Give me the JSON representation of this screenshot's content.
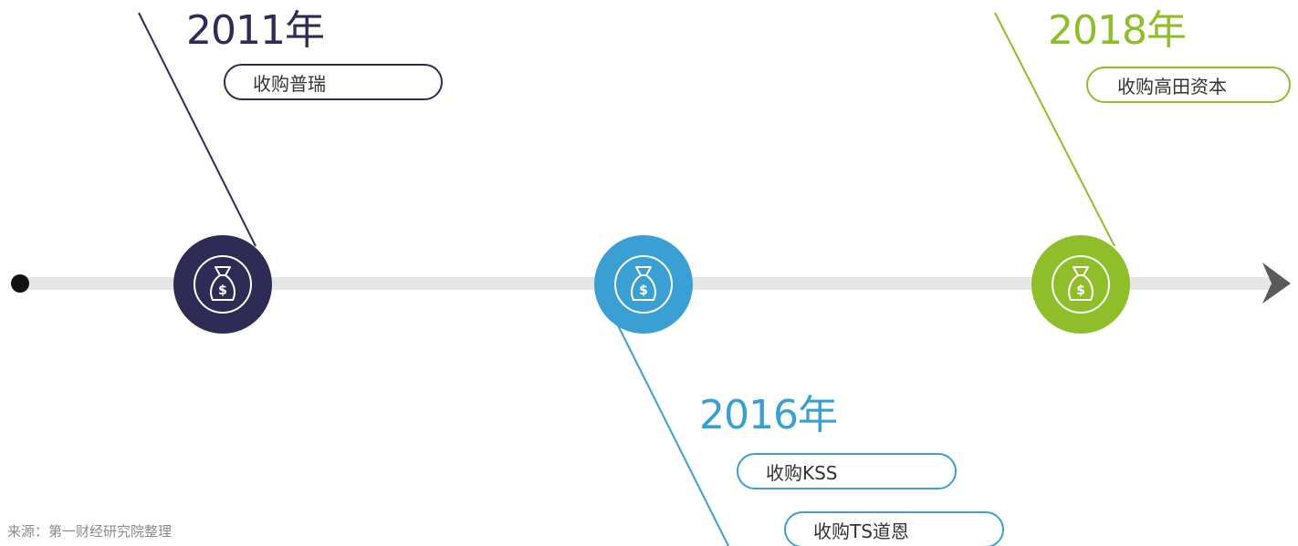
{
  "events": [
    {
      "year": "2011年",
      "acquisitions": [
        "收购普瑞"
      ],
      "color": "#2e2c55",
      "icon": "money-bag-icon"
    },
    {
      "year": "2016年",
      "acquisitions": [
        "收购KSS",
        "收购TS道恩"
      ],
      "color": "#3a9fd3",
      "icon": "money-bag-icon"
    },
    {
      "year": "2018年",
      "acquisitions": [
        "收购高田资本"
      ],
      "color": "#8fbe2a",
      "icon": "money-bag-icon"
    }
  ],
  "timeline": {
    "axis_color": "#e6e6e6",
    "start_dot_color": "#111111",
    "arrow_color": "#5a5a5a"
  },
  "source": "来源：第一财经研究院整理"
}
